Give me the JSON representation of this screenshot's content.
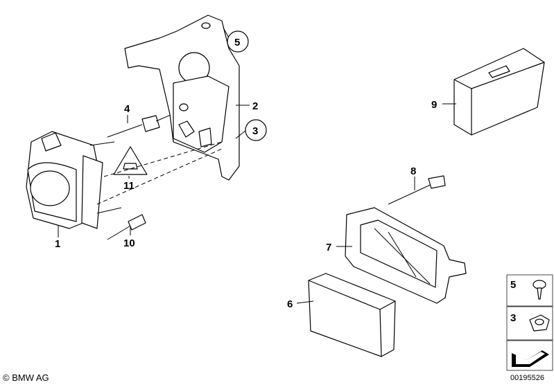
{
  "callouts": {
    "c1": "1",
    "c2": "2",
    "c3": "3",
    "c4": "4",
    "c5": "5",
    "c6": "6",
    "c7": "7",
    "c8": "8",
    "c9": "9",
    "c10": "10",
    "c11": "11"
  },
  "legend": {
    "item5": "5",
    "item3": "3"
  },
  "footer": {
    "copyright": "© BMW AG",
    "diagram_number": "00195526"
  }
}
